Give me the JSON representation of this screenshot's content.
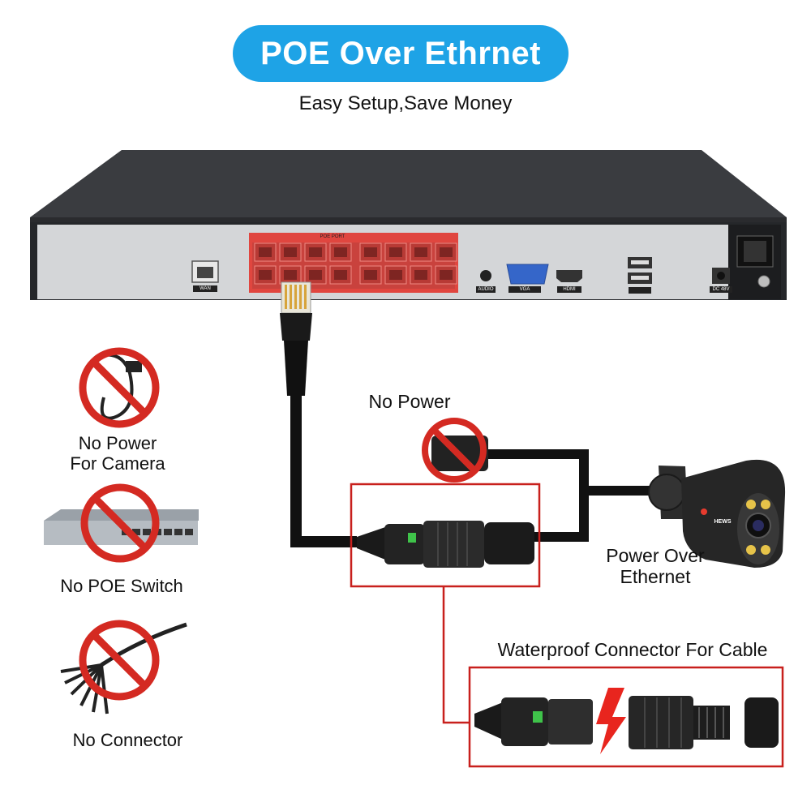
{
  "header": {
    "title": "POE Over Ethrnet",
    "subtitle": "Easy Setup,Save Money"
  },
  "nvr": {
    "poe_port_label": "POE PORT",
    "port_labels": [
      "WAN",
      "AUDIO",
      "VGA",
      "HDMI",
      "DC 48V"
    ]
  },
  "diagram": {
    "no_power_label": "No Power",
    "camera_label_line1": "Power Over",
    "camera_label_line2": "Ethernet",
    "camera_brand": "HEWS",
    "waterproof_label": "Waterproof Connector For Cable"
  },
  "sidebar": {
    "items": [
      {
        "label_line1": "No Power",
        "label_line2": "For Camera"
      },
      {
        "label_line1": "No POE Switch",
        "label_line2": ""
      },
      {
        "label_line1": "No Connector",
        "label_line2": ""
      }
    ]
  },
  "colors": {
    "accent_blue": "#1ea3e6",
    "prohibit_red": "#d42a22",
    "poe_red": "#e0463f",
    "frame_red": "#c8201d"
  }
}
